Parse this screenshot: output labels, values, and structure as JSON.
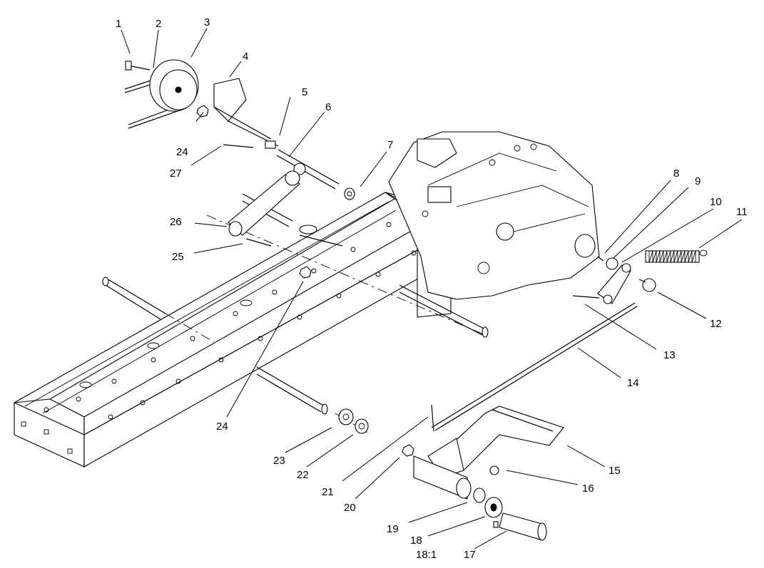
{
  "callouts": [
    {
      "id": "c1",
      "text": "1"
    },
    {
      "id": "c2",
      "text": "2"
    },
    {
      "id": "c3",
      "text": "3"
    },
    {
      "id": "c4",
      "text": "4"
    },
    {
      "id": "c5",
      "text": "5"
    },
    {
      "id": "c6",
      "text": "6"
    },
    {
      "id": "c7",
      "text": "7"
    },
    {
      "id": "c8",
      "text": "8"
    },
    {
      "id": "c9",
      "text": "9"
    },
    {
      "id": "c10",
      "text": "10"
    },
    {
      "id": "c11",
      "text": "11"
    },
    {
      "id": "c12",
      "text": "12"
    },
    {
      "id": "c13",
      "text": "13"
    },
    {
      "id": "c14",
      "text": "14"
    },
    {
      "id": "c15",
      "text": "15"
    },
    {
      "id": "c16",
      "text": "16"
    },
    {
      "id": "c17",
      "text": "17"
    },
    {
      "id": "c18",
      "text": "18"
    },
    {
      "id": "c18_1",
      "text": "18:1"
    },
    {
      "id": "c19",
      "text": "19"
    },
    {
      "id": "c20",
      "text": "20"
    },
    {
      "id": "c21",
      "text": "21"
    },
    {
      "id": "c22",
      "text": "22"
    },
    {
      "id": "c23",
      "text": "23"
    },
    {
      "id": "c24a",
      "text": "24"
    },
    {
      "id": "c24b",
      "text": "24"
    },
    {
      "id": "c25",
      "text": "25"
    },
    {
      "id": "c26",
      "text": "26"
    },
    {
      "id": "c27",
      "text": "27"
    }
  ]
}
